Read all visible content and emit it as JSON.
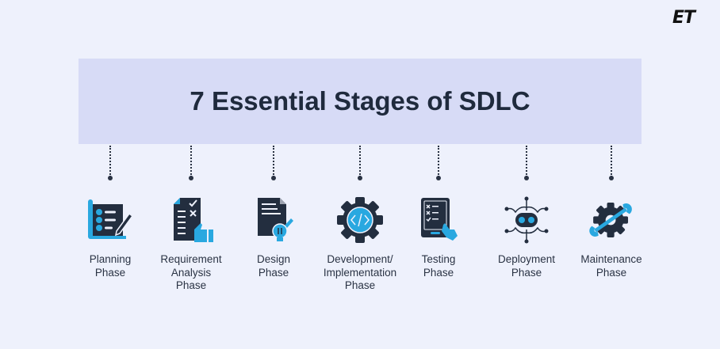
{
  "brand": {
    "logo_text": "ET"
  },
  "banner": {
    "title": "7 Essential Stages of SDLC"
  },
  "colors": {
    "background": "#eef1fc",
    "banner": "#d7dbf6",
    "dark": "#232e3f",
    "accent": "#29a8e0"
  },
  "stages": [
    {
      "id": "planning",
      "icon": "planning-checklist-icon",
      "line1": "Planning",
      "line2": "Phase",
      "line3": ""
    },
    {
      "id": "requirement",
      "icon": "requirement-document-thumbs-up-icon",
      "line1": "Requirement",
      "line2": "Analysis",
      "line3": "Phase"
    },
    {
      "id": "design",
      "icon": "design-document-lightbulb-icon",
      "line1": "Design",
      "line2": "Phase",
      "line3": ""
    },
    {
      "id": "development",
      "icon": "code-gear-icon",
      "line1": "Development/",
      "line2": "Implementation",
      "line3": "Phase"
    },
    {
      "id": "testing",
      "icon": "testing-tablet-icon",
      "line1": "Testing",
      "line2": "Phase",
      "line3": ""
    },
    {
      "id": "deployment",
      "icon": "deployment-robot-network-icon",
      "line1": "Deployment",
      "line2": "Phase",
      "line3": ""
    },
    {
      "id": "maintenance",
      "icon": "maintenance-gear-wrench-icon",
      "line1": "Maintenance",
      "line2": "Phase",
      "line3": ""
    }
  ]
}
